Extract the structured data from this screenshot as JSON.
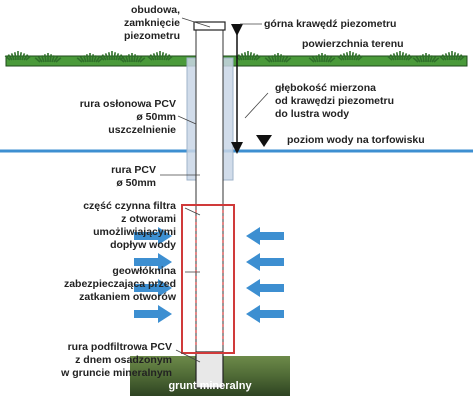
{
  "labels": {
    "obudowa": [
      "obudowa,",
      "zamknięcie",
      "piezometru"
    ],
    "gorna_krawedz": "górna krawędź piezometru",
    "powierzchnia": "powierzchnia terenu",
    "glebokosc": [
      "głębokość mierzona",
      "od krawędzi piezometru",
      "do lustra wody"
    ],
    "rura_oslonowa": [
      "rura osłonowa PCV",
      "ø 50mm",
      "uszczelnienie"
    ],
    "poziom_wody": "poziom wody na torfowisku",
    "rura_pcv": [
      "rura PCV",
      "ø 50mm"
    ],
    "czesc_czynna": [
      "część czynna filtra",
      "z otworami",
      "umożliwiającymi",
      "dopływ wody"
    ],
    "geowloknina": [
      "geowłóknina",
      "zabezpieczająca przed",
      "zatkaniem otworów"
    ],
    "rura_podfiltrowa": [
      "rura podfiltrowa PCV",
      "z dnem osadzonym",
      "w gruncie mineralnym"
    ],
    "grunt": "grunt mineralny"
  },
  "colors": {
    "water": "#3d8fd1",
    "arrows": "#3d8fd1",
    "grass": "#4a9a3a",
    "grass_dark": "#2f6f2a",
    "filter_box": "#d03a3a",
    "casing": "#c9d6e6",
    "ground": "#4a6b3a",
    "leader": "#444444"
  }
}
